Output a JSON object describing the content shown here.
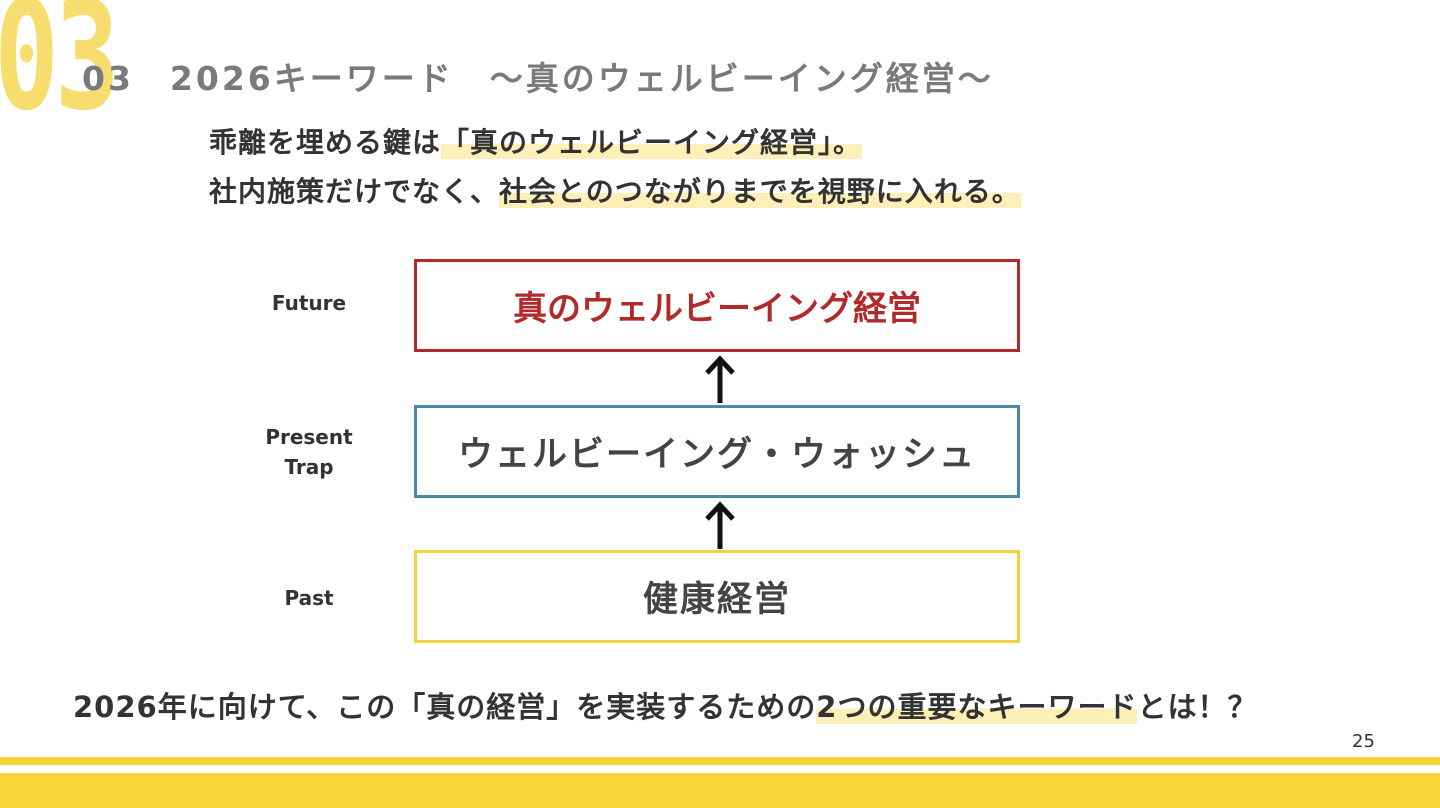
{
  "section_number": "03",
  "title": "03　2026キーワード　～真のウェルビーイング経営～",
  "lead": {
    "line1_plain": "乖離を埋める鍵は",
    "line1_highlight": "「真のウェルビーイング経営」。",
    "line2_plain": "社内施策だけでなく、",
    "line2_highlight": "社会とのつながりまでを視野に入れる。"
  },
  "diagram": {
    "labels": {
      "future": "Future",
      "present_line1": "Present",
      "present_line2": "Trap",
      "past": "Past"
    },
    "boxes": {
      "future": "真のウェルビーイング経営",
      "present": "ウェルビーイング・ウォッシュ",
      "past": "健康経営"
    },
    "colors": {
      "future_border": "#b22a2a",
      "present_border": "#4a8aa5",
      "past_border": "#f2d33c"
    }
  },
  "question": {
    "plain": "2026年に向けて、この「真の経営」を実装するための",
    "highlight": "2つの重要なキーワード",
    "tail": "とは！？"
  },
  "page_number": "25",
  "colors": {
    "accent_yellow": "#f6d43a",
    "highlight_yellow": "#fcf0b8",
    "title_gray": "#7a7a7a"
  }
}
